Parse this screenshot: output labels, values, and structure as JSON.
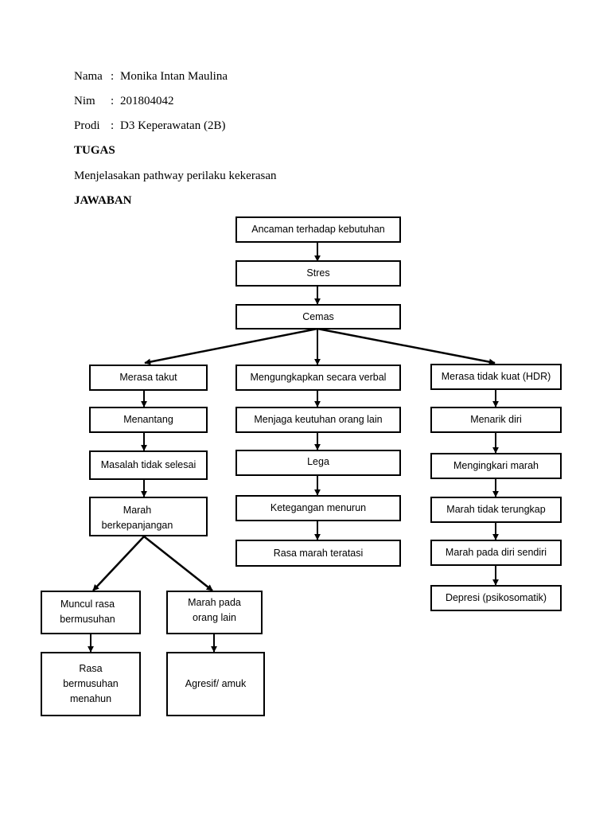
{
  "header": {
    "name_label": "Nama",
    "name_value": "Monika Intan Maulina",
    "nim_label": "Nim",
    "nim_value": "201804042",
    "prodi_label": "Prodi",
    "prodi_value": "D3 Keperawatan (2B)",
    "colon": ":",
    "tugas_heading": "TUGAS",
    "tugas_text": "Menjelasakan pathway perilaku kekerasan",
    "jawaban_heading": "JAWABAN"
  },
  "flow": {
    "top": [
      "Ancaman terhadap kebutuhan",
      "Stres",
      "Cemas"
    ],
    "left": [
      "Merasa takut",
      "Menantang",
      "Masalah tidak selesai",
      "Marah berkepanjangan"
    ],
    "left_sub_a": [
      "Muncul rasa bermusuhan",
      "Rasa bermusuhan menahun"
    ],
    "left_sub_b": [
      "Marah pada orang lain",
      "Agresif/ amuk"
    ],
    "middle": [
      "Mengungkapkan secara verbal",
      "Menjaga keutuhan orang lain",
      "Lega",
      "Ketegangan menurun",
      "Rasa marah teratasi"
    ],
    "right": [
      "Merasa tidak kuat (HDR)",
      "Menarik diri",
      "Mengingkari marah",
      "Marah tidak terungkap",
      "Marah pada diri sendiri",
      "Depresi (psikosomatik)"
    ]
  }
}
